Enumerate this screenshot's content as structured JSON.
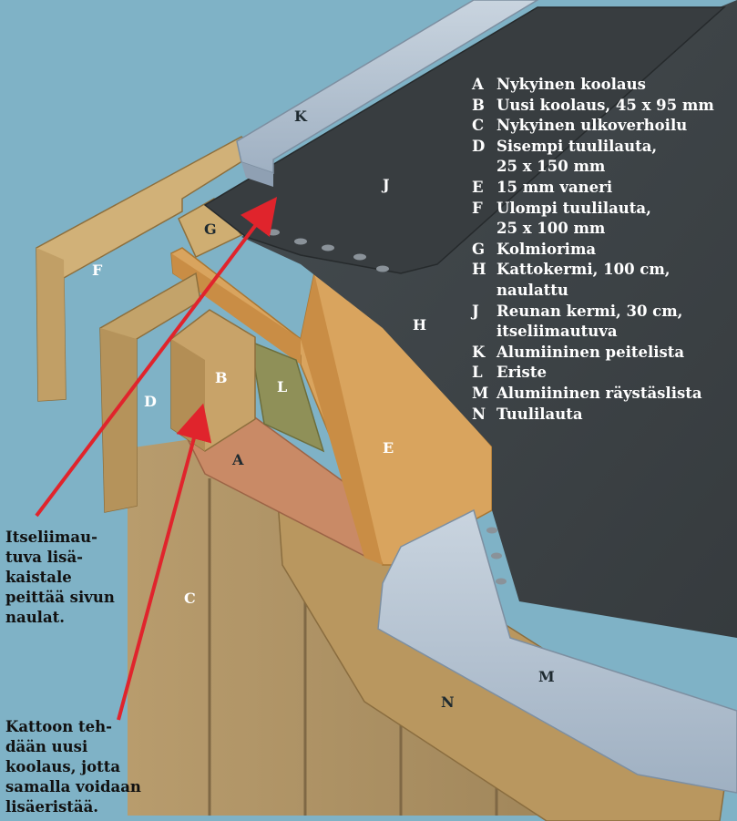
{
  "legend": [
    {
      "key": "A",
      "text": "Nykyinen koolaus"
    },
    {
      "key": "B",
      "text": "Uusi koolaus, 45 x 95 mm"
    },
    {
      "key": "C",
      "text": "Nykyinen ulkoverhoilu"
    },
    {
      "key": "D",
      "text": "Sisempi tuulilauta,\n25 x 150 mm"
    },
    {
      "key": "E",
      "text": "15 mm vaneri"
    },
    {
      "key": "F",
      "text": "Ulompi tuulilauta,\n25 x 100 mm"
    },
    {
      "key": "G",
      "text": "Kolmiorima"
    },
    {
      "key": "H",
      "text": "Kattokermi, 100 cm,\nnaulattu"
    },
    {
      "key": "J",
      "text": "Reunan kermi, 30 cm,\nitseliimautuva"
    },
    {
      "key": "K",
      "text": "Alumiininen peitelista"
    },
    {
      "key": "L",
      "text": "Eriste"
    },
    {
      "key": "M",
      "text": "Alumiininen räystäslista"
    },
    {
      "key": "N",
      "text": "Tuulilauta"
    }
  ],
  "labels": {
    "A": "A",
    "B": "B",
    "C": "C",
    "D": "D",
    "E": "E",
    "F": "F",
    "G": "G",
    "H": "H",
    "J": "J",
    "K": "K",
    "L": "L",
    "M": "M",
    "N": "N"
  },
  "notes": {
    "note1": "Itseliimau-\ntuva lisä-\nkaistale\npeittää sivun\nnaulat.",
    "note2": "Kattoon teh-\ndään uusi\nkoolaus, jotta\nsamalla voidaan\nlisäeristää."
  },
  "colors": {
    "background": "#7fb2c6",
    "roofing_felt": "#3f4548",
    "plywood": "#d9a45e",
    "light_wood": "#c8a369",
    "aluminium": "#aebdcc",
    "insulation": "#8f9058",
    "arrow": "#e0242c"
  }
}
